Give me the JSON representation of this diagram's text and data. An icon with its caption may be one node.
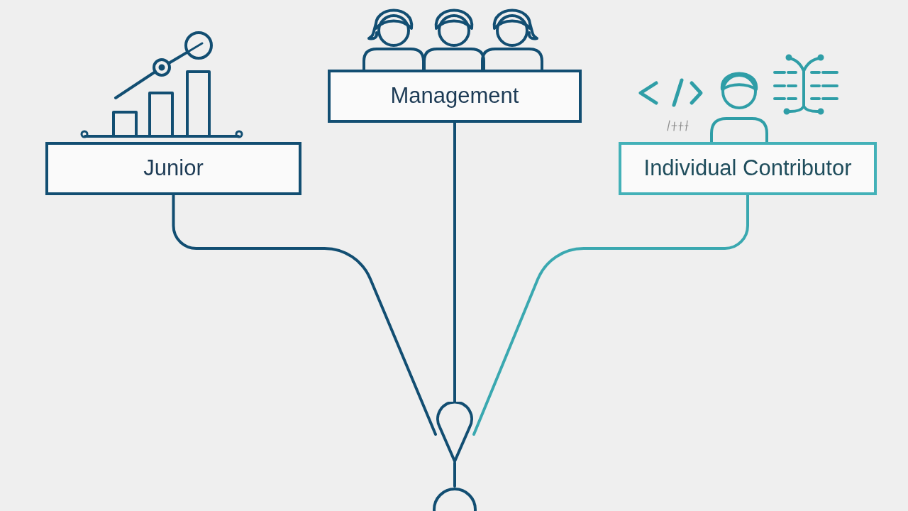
{
  "diagram": {
    "nodes": [
      {
        "text": [
          "Junior"
        ]
      },
      {
        "text": [
          "Management"
        ]
      },
      {
        "text": [
          "Individual Contributor"
        ]
      },
      {
        "text": [],
        "shape": "drop"
      },
      {
        "text": [],
        "shape": "circle"
      }
    ],
    "edges": [
      {
        "from": 0,
        "to": 3,
        "arrow": "none"
      },
      {
        "from": 1,
        "to": 3,
        "arrow": "none"
      },
      {
        "from": 2,
        "to": 3,
        "arrow": "none",
        "color": "#3aa8b0"
      },
      {
        "from": 3,
        "to": 4,
        "arrow": "none"
      }
    ]
  }
}
